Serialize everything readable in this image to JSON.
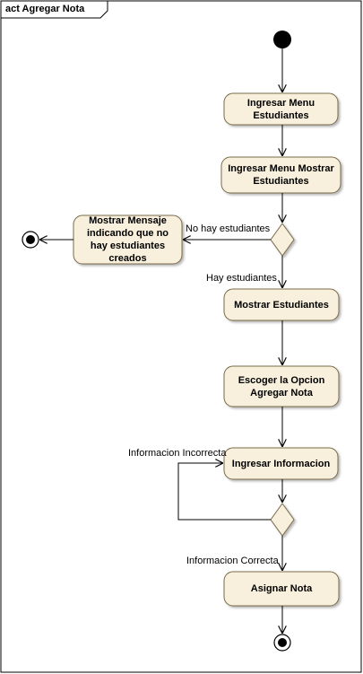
{
  "frame": {
    "title": "act Agregar Nota"
  },
  "nodes": {
    "ingresar_menu": "Ingresar Menu Estudiantes",
    "ingresar_menu_mostrar": "Ingresar Menu Mostrar Estudiantes",
    "mostrar_mensaje": "Mostrar Mensaje indicando que no hay estudiantes creados",
    "mostrar_estudiantes": "Mostrar Estudiantes",
    "escoger_opcion": "Escoger la Opcion Agregar Nota",
    "ingresar_informacion": "Ingresar Informacion",
    "asignar_nota": "Asignar Nota"
  },
  "edges": {
    "no_hay": "No hay estudiantes",
    "hay": "Hay estudiantes",
    "incorrecta": "Informacion Incorrecta",
    "correcta": "Informacion Correcta"
  },
  "colors": {
    "node_fill": "#f8f0dc",
    "node_stroke": "#7a6a4a",
    "line": "#000000"
  }
}
